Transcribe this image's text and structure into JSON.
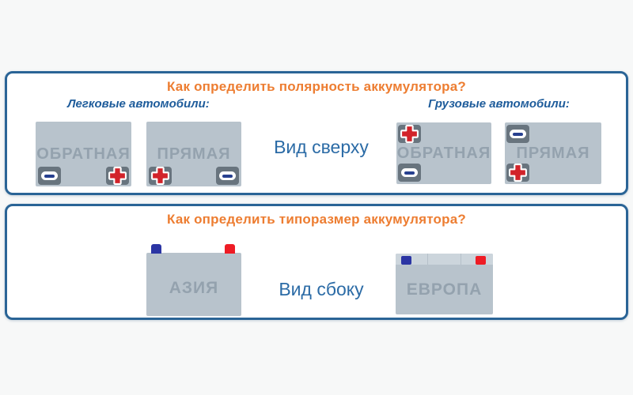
{
  "colors": {
    "background": "#f7f8f8",
    "panel_border": "#2a6496",
    "title_orange": "#ed7d31",
    "label_blue": "#1e5c9b",
    "battery_body": "#b8c3cc",
    "terminal_pad": "#68747e",
    "plus_red": "#d2232a",
    "minus_blue": "#27408f",
    "post_blue": "#2b35a4",
    "post_red": "#ee1c25"
  },
  "polarity_panel": {
    "title": "Как определить полярность аккумулятора?",
    "view_label": "Вид сверху",
    "cars": {
      "label": "Легковые автомобили:",
      "batteries": [
        {
          "label": "ОБРАТНАЯ",
          "terminals": [
            {
              "icon": "minus-icon",
              "position": "bottom-left"
            },
            {
              "icon": "plus-icon",
              "position": "bottom-right"
            }
          ]
        },
        {
          "label": "ПРЯМАЯ",
          "terminals": [
            {
              "icon": "plus-icon",
              "position": "bottom-left"
            },
            {
              "icon": "minus-icon",
              "position": "bottom-right"
            }
          ]
        }
      ]
    },
    "trucks": {
      "label": "Грузовые автомобили:",
      "batteries": [
        {
          "label": "ОБРАТНАЯ",
          "terminals": [
            {
              "icon": "plus-icon",
              "position": "top-left"
            },
            {
              "icon": "minus-icon",
              "position": "bottom-left"
            }
          ]
        },
        {
          "label": "ПРЯМАЯ",
          "terminals": [
            {
              "icon": "minus-icon",
              "position": "top-left"
            },
            {
              "icon": "plus-icon",
              "position": "bottom-left"
            }
          ]
        }
      ]
    }
  },
  "size_panel": {
    "title": "Как определить типоразмер аккумулятора?",
    "view_label": "Вид сбоку",
    "batteries": [
      {
        "label": "АЗИЯ",
        "terminal_style": "protruding-top",
        "terminals": [
          {
            "icon": "negative-post-icon",
            "position": "top-left"
          },
          {
            "icon": "positive-post-icon",
            "position": "top-right"
          }
        ]
      },
      {
        "label": "ЕВРОПА",
        "terminal_style": "recessed-top-strip",
        "terminals": [
          {
            "icon": "negative-post-icon",
            "position": "top-left"
          },
          {
            "icon": "positive-post-icon",
            "position": "top-right"
          }
        ]
      }
    ]
  }
}
